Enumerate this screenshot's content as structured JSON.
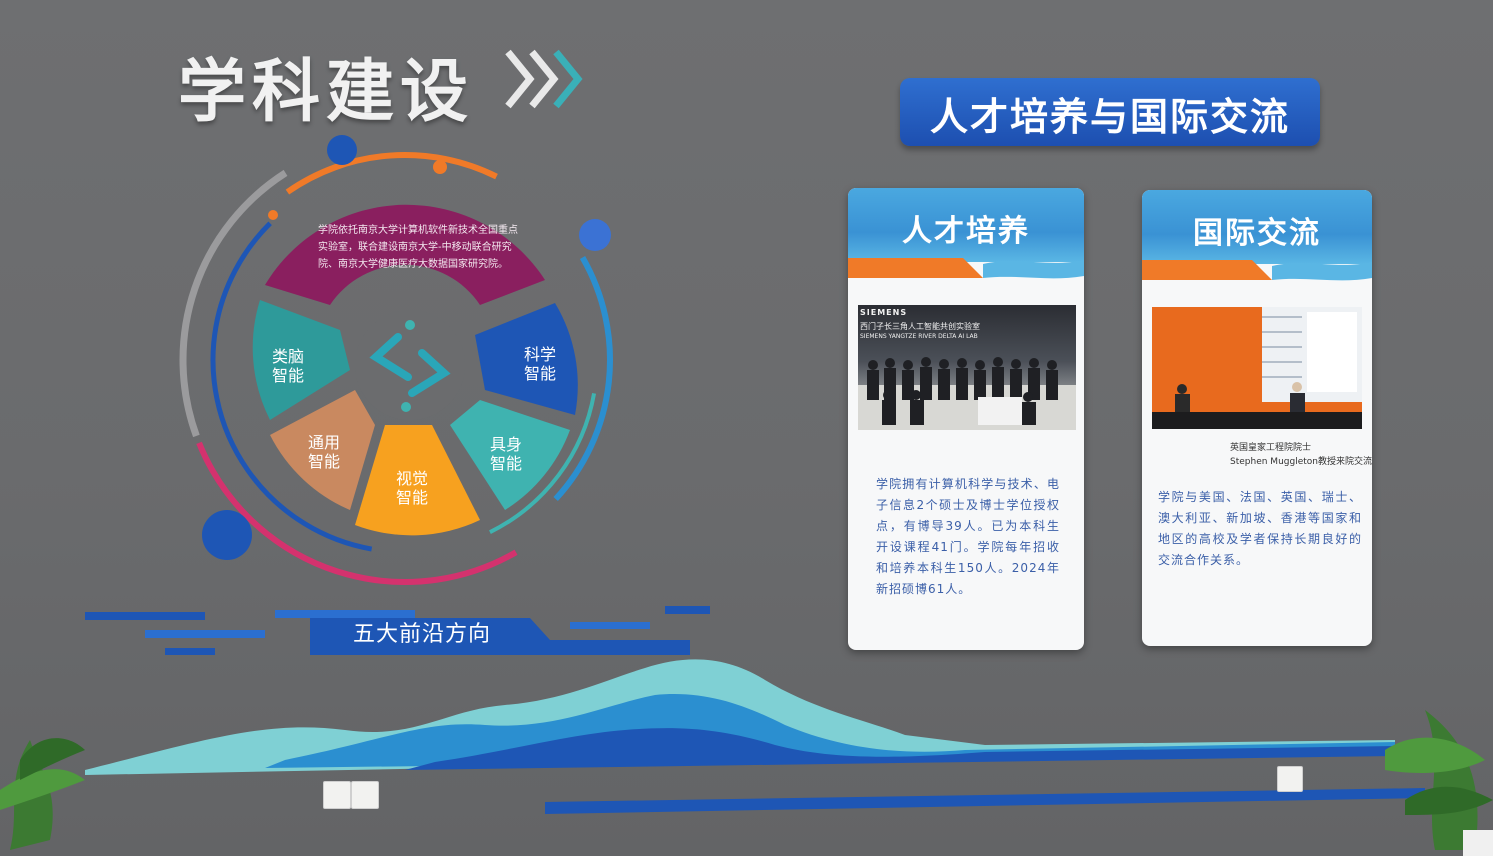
{
  "left_section": {
    "title": "学科建设",
    "wheel": {
      "intro": "学院依托南京大学计算机软件新技术全国重点实验室，联合建设南京大学-中移动联合研究院、南京大学健康医疗大数据国家研究院。",
      "segments": [
        {
          "label": "类脑\n智能",
          "color": "#2e9a9a"
        },
        {
          "label": "科学\n智能",
          "color": "#1e56b5"
        },
        {
          "label": "具身\n智能",
          "color": "#3fb3b0"
        },
        {
          "label": "视觉\n智能",
          "color": "#f7a11f"
        },
        {
          "label": "通用\n智能",
          "color": "#c98960"
        }
      ],
      "top_segment_color": "#8a1f5f"
    },
    "banner_text": "五大前沿方向"
  },
  "right_section": {
    "header": "人才培养与国际交流",
    "panels": [
      {
        "title": "人才培养",
        "photo_sign_1": "SIEMENS",
        "photo_sign_2": "西门子长三角人工智能共创实验室",
        "photo_sign_3": "SIEMENS YANGTZE RIVER DELTA AI LAB",
        "body": "学院拥有计算机科学与技术、电子信息2个硕士及博士学位授权点，有博导39人。已为本科生开设课程41门。学院每年招收和培养本科生150人。2024年新招硕博61人。"
      },
      {
        "title": "国际交流",
        "caption_1": "英国皇家工程院院士",
        "caption_2": "Stephen Muggleton教授来院交流",
        "body": "学院与美国、法国、英国、瑞士、澳大利亚、新加坡、香港等国家和地区的高校及学者保持长期良好的交流合作关系。"
      }
    ]
  },
  "colors": {
    "wall": "#6b6c6e",
    "accent_blue": "#1d4fb0",
    "accent_orange": "#f07a28",
    "teal": "#3fb3b0"
  }
}
